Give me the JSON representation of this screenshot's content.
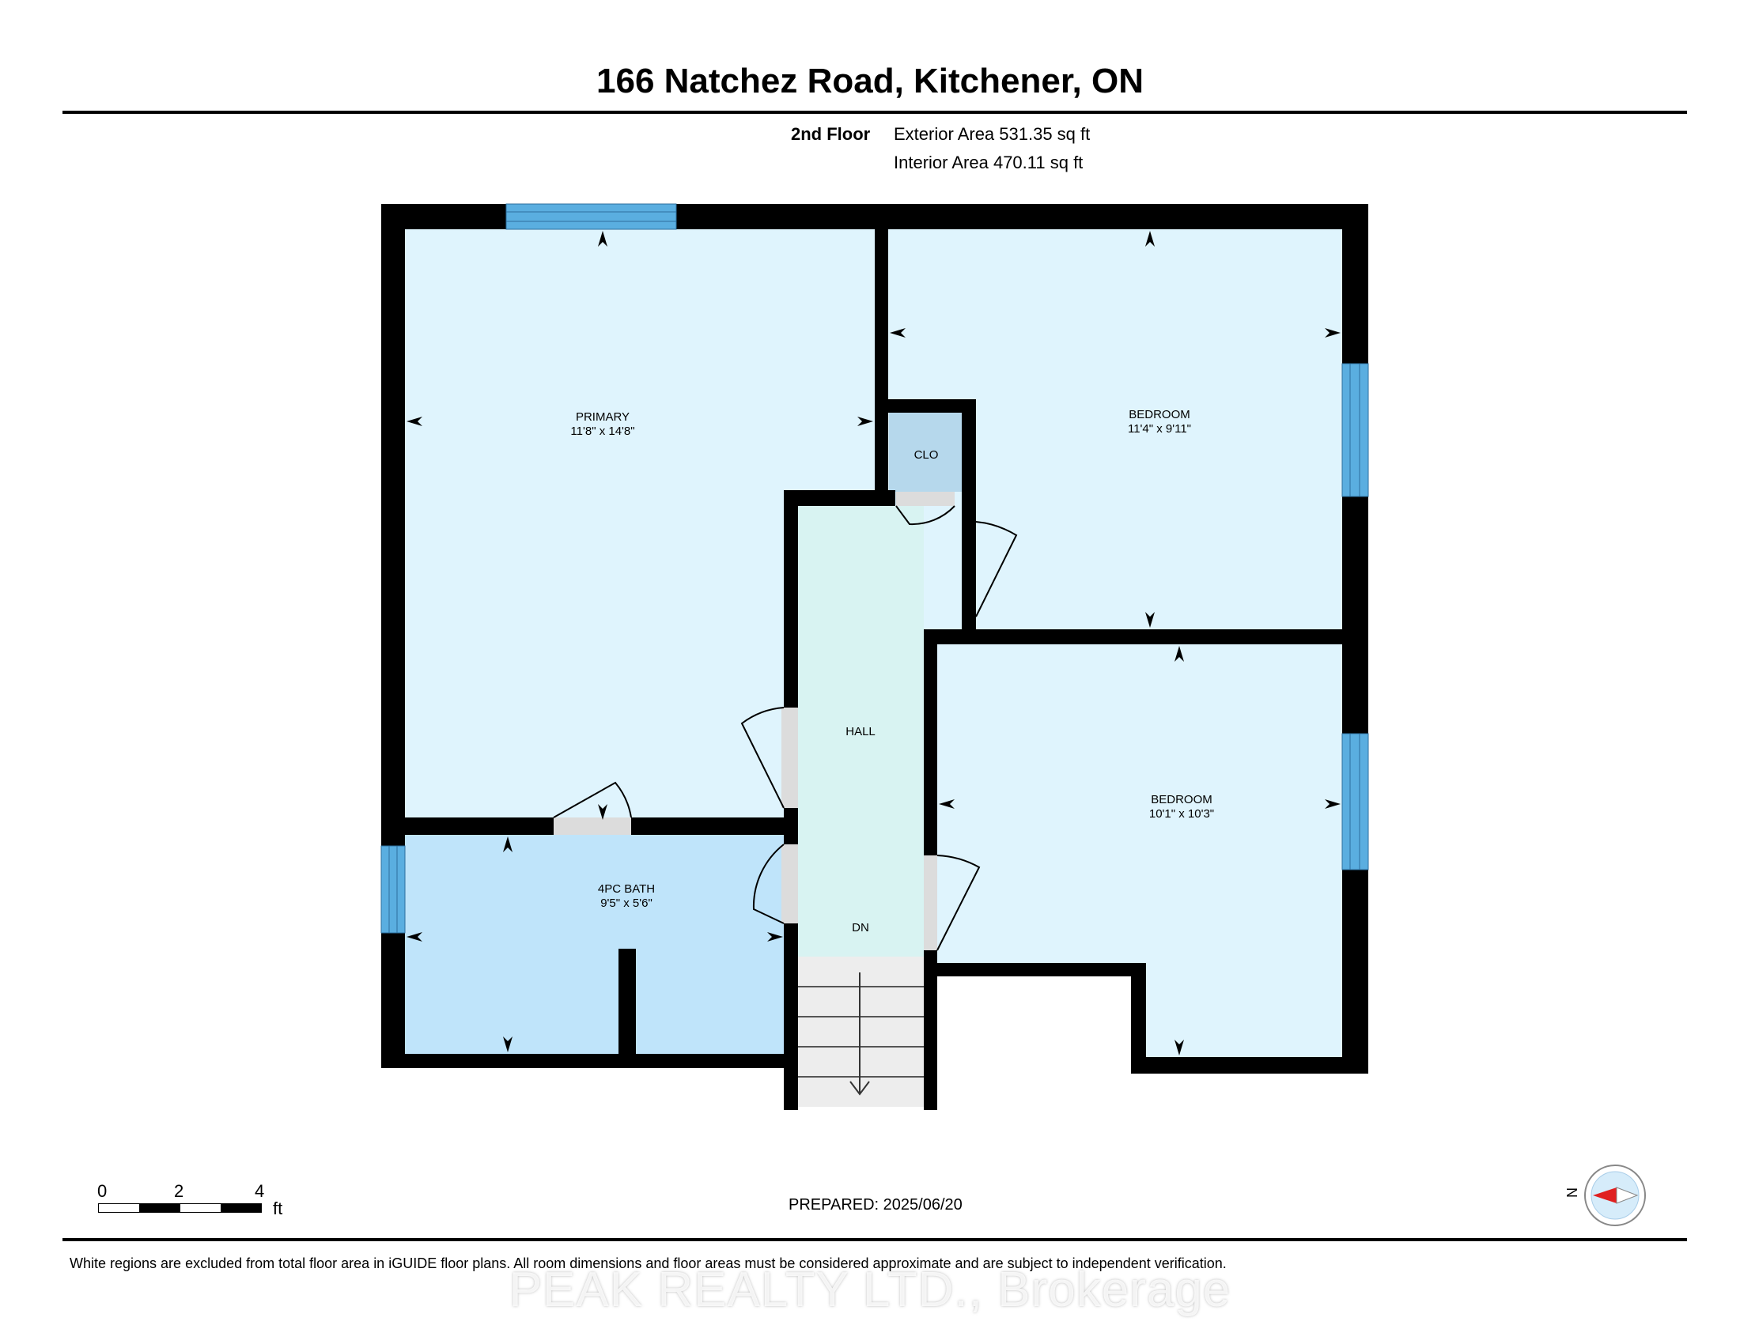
{
  "header": {
    "title": "166 Natchez Road, Kitchener, ON",
    "floor": "2nd Floor",
    "exterior_area": "Exterior Area 531.35 sq ft",
    "interior_area": "Interior Area 470.11 sq ft"
  },
  "rooms": {
    "primary": {
      "name": "PRIMARY",
      "dims": "11'8\" x 14'8\""
    },
    "bedroom_1": {
      "name": "BEDROOM",
      "dims": "11'4\" x 9'11\""
    },
    "closet": {
      "name": "CLO"
    },
    "hall": {
      "name": "HALL"
    },
    "stairs": {
      "name": "DN"
    },
    "bedroom_2": {
      "name": "BEDROOM",
      "dims": "10'1\" x 10'3\""
    },
    "bath": {
      "name": "4PC BATH",
      "dims": "9'5\" x 5'6\""
    }
  },
  "scale": {
    "ticks": [
      "0",
      "2",
      "4"
    ],
    "unit": "ft"
  },
  "prepared": "PREPARED: 2025/06/20",
  "compass": {
    "label": "N"
  },
  "footer": {
    "disclaimer": "White regions are excluded from total floor area in iGUIDE floor plans. All room dimensions and floor areas must be considered approximate and are subject to independent verification.",
    "watermark": "PEAK REALTY LTD., Brokerage"
  },
  "colors": {
    "room_fill": "#dff4fd",
    "bath_fill": "#bfe4fa",
    "hall_fill": "#d8f3f2",
    "closet_fill": "#b6d8ec",
    "window": "#5aaee0",
    "wall": "#000000"
  }
}
